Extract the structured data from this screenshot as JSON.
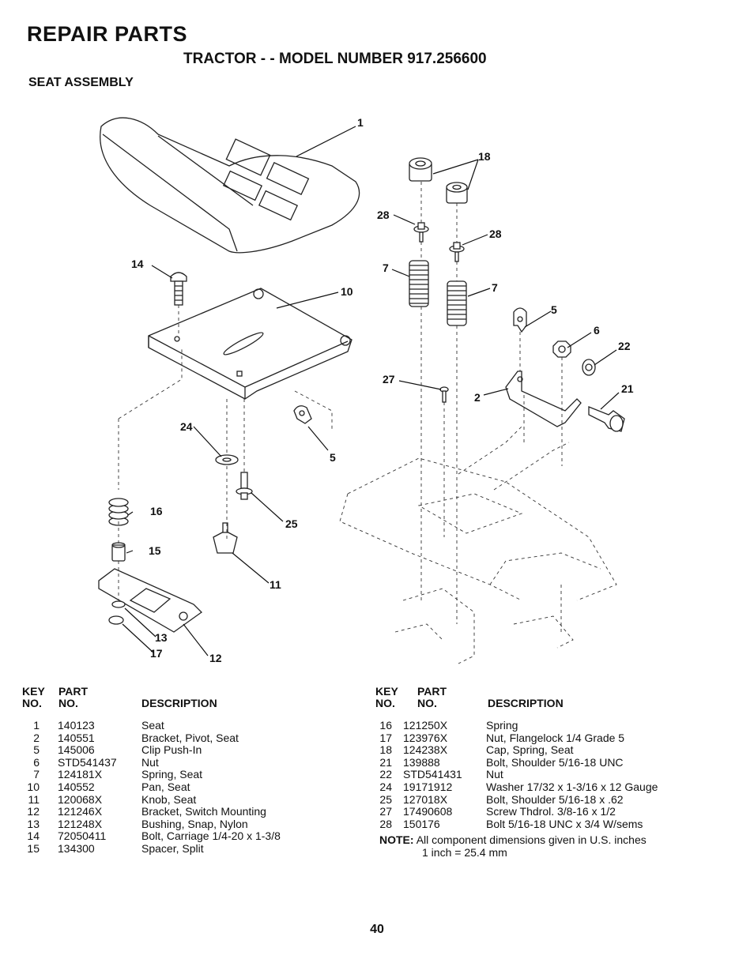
{
  "header": {
    "title": "REPAIR PARTS",
    "subtitle": "TRACTOR - - MODEL NUMBER 917.256600",
    "section": "SEAT ASSEMBLY"
  },
  "diagram": {
    "callouts": [
      "1",
      "18",
      "28",
      "28",
      "14",
      "10",
      "7",
      "7",
      "5",
      "6",
      "22",
      "21",
      "27",
      "2",
      "24",
      "5",
      "16",
      "25",
      "15",
      "11",
      "13",
      "17",
      "12"
    ]
  },
  "columns": {
    "key1": "KEY",
    "key2": "NO.",
    "part1": "PART",
    "part2": "NO.",
    "description": "DESCRIPTION"
  },
  "left_parts": [
    {
      "key": "1",
      "part": "140123",
      "description": "Seat"
    },
    {
      "key": "2",
      "part": "140551",
      "description": "Bracket, Pivot, Seat"
    },
    {
      "key": "5",
      "part": "145006",
      "description": "Clip Push-In"
    },
    {
      "key": "6",
      "part": "STD541437",
      "description": "Nut"
    },
    {
      "key": "7",
      "part": "124181X",
      "description": "Spring, Seat"
    },
    {
      "key": "10",
      "part": "140552",
      "description": "Pan, Seat"
    },
    {
      "key": "11",
      "part": "120068X",
      "description": "Knob, Seat"
    },
    {
      "key": "12",
      "part": "121246X",
      "description": "Bracket, Switch Mounting"
    },
    {
      "key": "13",
      "part": "121248X",
      "description": "Bushing, Snap, Nylon"
    },
    {
      "key": "14",
      "part": "72050411",
      "description": "Bolt, Carriage 1/4-20 x 1-3/8"
    },
    {
      "key": "15",
      "part": "134300",
      "description": "Spacer, Split"
    }
  ],
  "right_parts": [
    {
      "key": "16",
      "part": "121250X",
      "description": "Spring"
    },
    {
      "key": "17",
      "part": "123976X",
      "description": "Nut, Flangelock 1/4 Grade 5"
    },
    {
      "key": "18",
      "part": "124238X",
      "description": "Cap, Spring, Seat"
    },
    {
      "key": "21",
      "part": "139888",
      "description": "Bolt, Shoulder 5/16-18 UNC"
    },
    {
      "key": "22",
      "part": "STD541431",
      "description": "Nut"
    },
    {
      "key": "24",
      "part": "19171912",
      "description": "Washer 17/32 x 1-3/16 x 12 Gauge"
    },
    {
      "key": "25",
      "part": "127018X",
      "description": "Bolt, Shoulder 5/16-18 x .62"
    },
    {
      "key": "27",
      "part": "17490608",
      "description": "Screw Thdrol. 3/8-16 x 1/2"
    },
    {
      "key": "28",
      "part": "150176",
      "description": "Bolt 5/16-18 UNC x 3/4 W/sems"
    }
  ],
  "note": {
    "label": "NOTE:",
    "line1": "All component dimensions given in U.S. inches",
    "line2": "1 inch = 25.4 mm"
  },
  "page_number": "40"
}
